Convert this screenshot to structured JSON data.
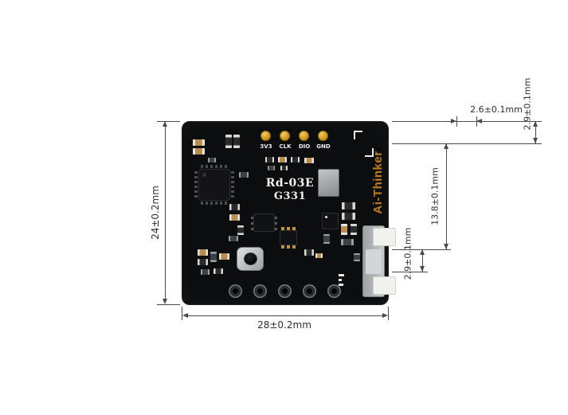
{
  "module": {
    "model": "Rd-03E",
    "variant": "G331",
    "brand": "Ai-Thinker",
    "pad_labels": [
      "3V3",
      "CLK",
      "DIO",
      "GND"
    ]
  },
  "dimensions": {
    "board_height": "24±0.2mm",
    "board_width": "28±0.2mm",
    "top_right_width": "2.6±0.1mm",
    "right_top": "2.9±0.1mm",
    "right_middle": "13.8±0.1mm",
    "right_bottom": "2.9±0.1mm"
  },
  "colors": {
    "background": "#ffffff",
    "pcb": "#0c0d0f",
    "pad_gold": "#d8a733",
    "brand_text": "#bf7d1e",
    "silkscreen": "#f2f2f2",
    "dimension_lines": "#4a4a4a"
  }
}
